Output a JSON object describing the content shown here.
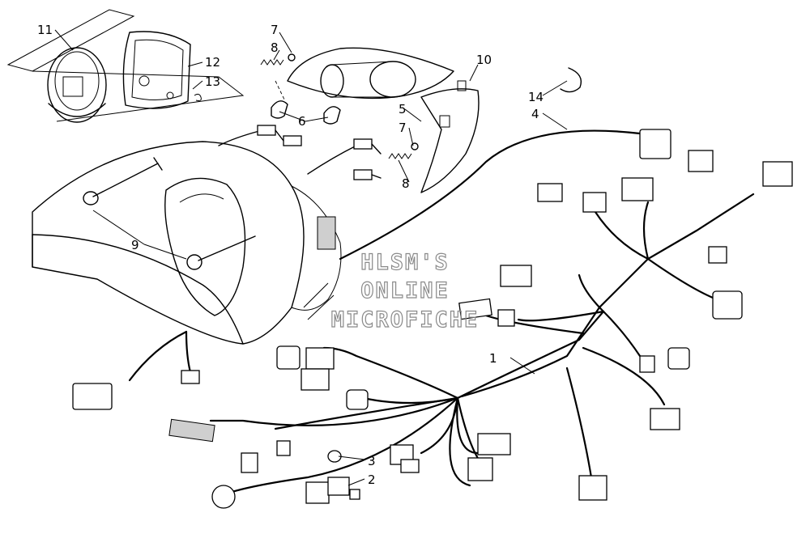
{
  "callouts": [
    {
      "id": "c1",
      "label": "1"
    },
    {
      "id": "c2",
      "label": "2"
    },
    {
      "id": "c3",
      "label": "3"
    },
    {
      "id": "c4",
      "label": "4"
    },
    {
      "id": "c5",
      "label": "5"
    },
    {
      "id": "c6",
      "label": "6"
    },
    {
      "id": "c7a",
      "label": "7"
    },
    {
      "id": "c7b",
      "label": "7"
    },
    {
      "id": "c8a",
      "label": "8"
    },
    {
      "id": "c8b",
      "label": "8"
    },
    {
      "id": "c9",
      "label": "9"
    },
    {
      "id": "c10",
      "label": "10"
    },
    {
      "id": "c11",
      "label": "11"
    },
    {
      "id": "c12",
      "label": "12"
    },
    {
      "id": "c13",
      "label": "13"
    },
    {
      "id": "c14",
      "label": "14"
    }
  ],
  "watermark": {
    "line1": "HLSM'S",
    "line2": "ONLINE",
    "line3": "MICROFICHE",
    "color": "#8a8a8a"
  }
}
